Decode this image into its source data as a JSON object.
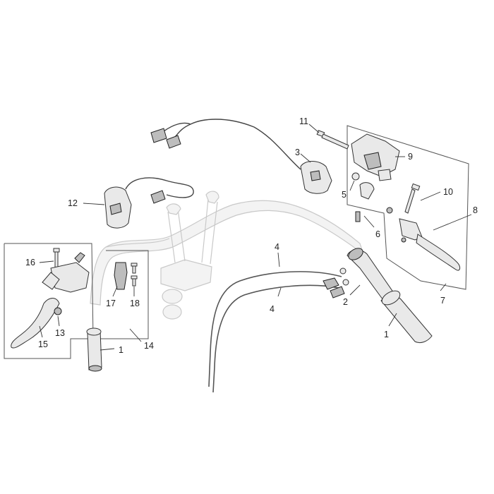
{
  "diagram": {
    "callouts": {
      "c1a": "1",
      "c1b": "1",
      "c2": "2",
      "c3": "3",
      "c4a": "4",
      "c4b": "4",
      "c5": "5",
      "c6": "6",
      "c7": "7",
      "c8": "8",
      "c9": "9",
      "c10": "10",
      "c11": "11",
      "c12": "12",
      "c13": "13",
      "c14": "14",
      "c15": "15",
      "c16": "16",
      "c17": "17",
      "c18": "18"
    }
  }
}
